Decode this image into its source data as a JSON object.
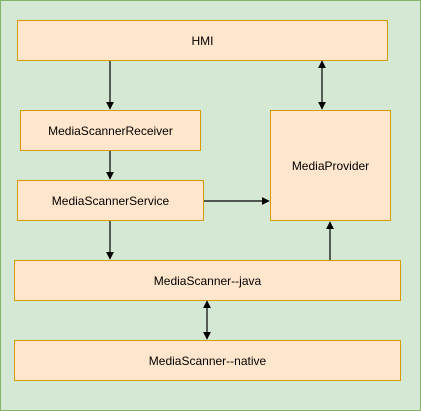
{
  "diagram": {
    "colors": {
      "background": "#d5e8d4",
      "background_border": "#82b366",
      "node_fill": "#ffe6cc",
      "node_border": "#d79b00",
      "edge": "#000000"
    },
    "nodes": {
      "hmi": "HMI",
      "media_scanner_receiver": "MediaScannerReceiver",
      "media_scanner_service": "MediaScannerService",
      "media_provider": "MediaProvider",
      "media_scanner_java": "MediaScanner--java",
      "media_scanner_native": "MediaScanner--native"
    },
    "edges": [
      {
        "from": "HMI",
        "to": "MediaScannerReceiver",
        "direction": "forward"
      },
      {
        "from": "HMI",
        "to": "MediaProvider",
        "direction": "both"
      },
      {
        "from": "MediaScannerReceiver",
        "to": "MediaScannerService",
        "direction": "forward"
      },
      {
        "from": "MediaScannerService",
        "to": "MediaProvider",
        "direction": "forward"
      },
      {
        "from": "MediaScannerService",
        "to": "MediaScanner--java",
        "direction": "forward"
      },
      {
        "from": "MediaScanner--java",
        "to": "MediaProvider",
        "direction": "forward"
      },
      {
        "from": "MediaScanner--java",
        "to": "MediaScanner--native",
        "direction": "both"
      }
    ]
  }
}
